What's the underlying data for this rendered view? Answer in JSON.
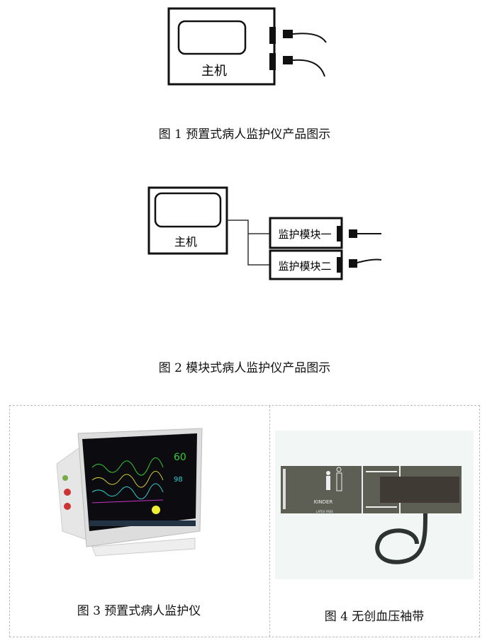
{
  "figure1": {
    "host_label": "主机",
    "caption": "图 1  预置式病人监护仪产品图示"
  },
  "figure2": {
    "host_label": "主机",
    "module1_label": "监护模块一",
    "module2_label": "监护模块二",
    "caption": "图 2  模块式病人监护仪产品图示"
  },
  "figure3": {
    "caption": "图 3  预置式病人监护仪"
  },
  "figure4": {
    "caption": "图 4  无创血压袖带",
    "cuff_label": "KINDER",
    "cuff_sublabel": "LATEX FREE"
  }
}
